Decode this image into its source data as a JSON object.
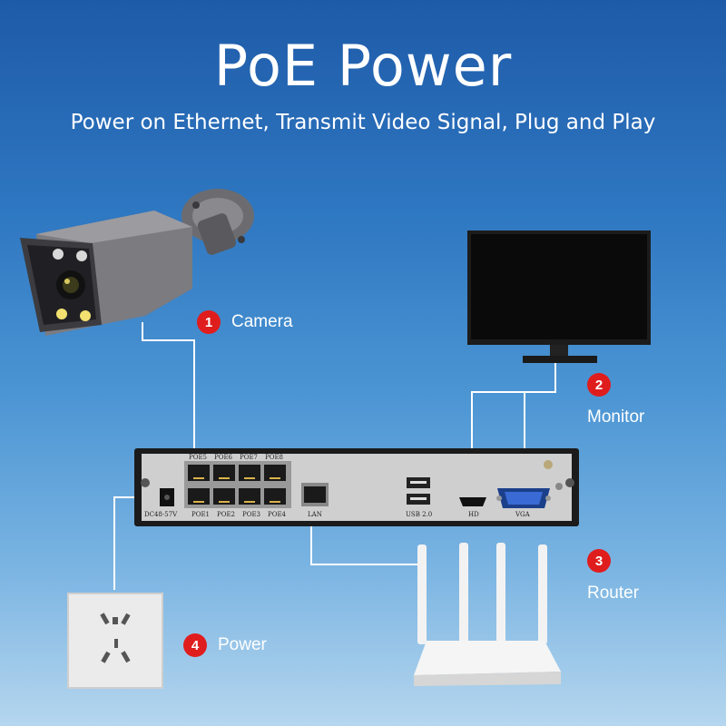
{
  "header": {
    "title": "PoE Power",
    "subtitle": "Power on Ethernet, Transmit Video Signal, Plug and Play"
  },
  "devices": [
    {
      "number": "1",
      "name": "Camera"
    },
    {
      "number": "2",
      "name": "Monitor"
    },
    {
      "number": "3",
      "name": "Router"
    },
    {
      "number": "4",
      "name": "Power"
    }
  ],
  "nvr_ports": {
    "poe_top": [
      "POE5",
      "POE6",
      "POE7",
      "POE8"
    ],
    "poe_bottom": [
      "POE1",
      "POE2",
      "POE3",
      "POE4"
    ],
    "dc_in": "DC48-57V",
    "lan": "LAN",
    "usb": "USB 2.0",
    "hdmi": "HD",
    "vga": "VGA"
  },
  "colors": {
    "badge": "#e01d1d",
    "cable": "#ffffff",
    "nvr_body": "#1a1a1a",
    "nvr_panel": "#c9c9c9"
  }
}
